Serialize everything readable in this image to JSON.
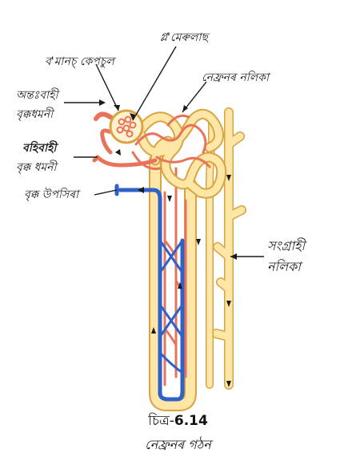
{
  "labels": {
    "glomerulus": "গ্ল'মেৰুলাছ",
    "bowmans_capsule": "ব'মানচ্ কেপচুল",
    "nephron_tubule": "নেফ্ৰনৰ নলিকা",
    "afferent_line1": "অন্তঃবাহী",
    "afferent_line2": "বৃক্কধমনী",
    "efferent_line1": "বহিবাহী",
    "efferent_line2": "বৃক্ক ধমনী",
    "renal_vein": "বৃক্ক উপসিৰা",
    "collecting_line1": "সংগ্ৰাহী",
    "collecting_line2": "নলিকা"
  },
  "caption": {
    "prefix": "চিত্ৰ-",
    "number": "6.14",
    "title": "নেফ্ৰনৰ গঠন"
  },
  "colors": {
    "tubule_fill": "#fde6a6",
    "tubule_edge": "#d9a441",
    "artery": "#e8735a",
    "vein": "#2f62c8",
    "capsule_fill": "#fff3cf"
  }
}
